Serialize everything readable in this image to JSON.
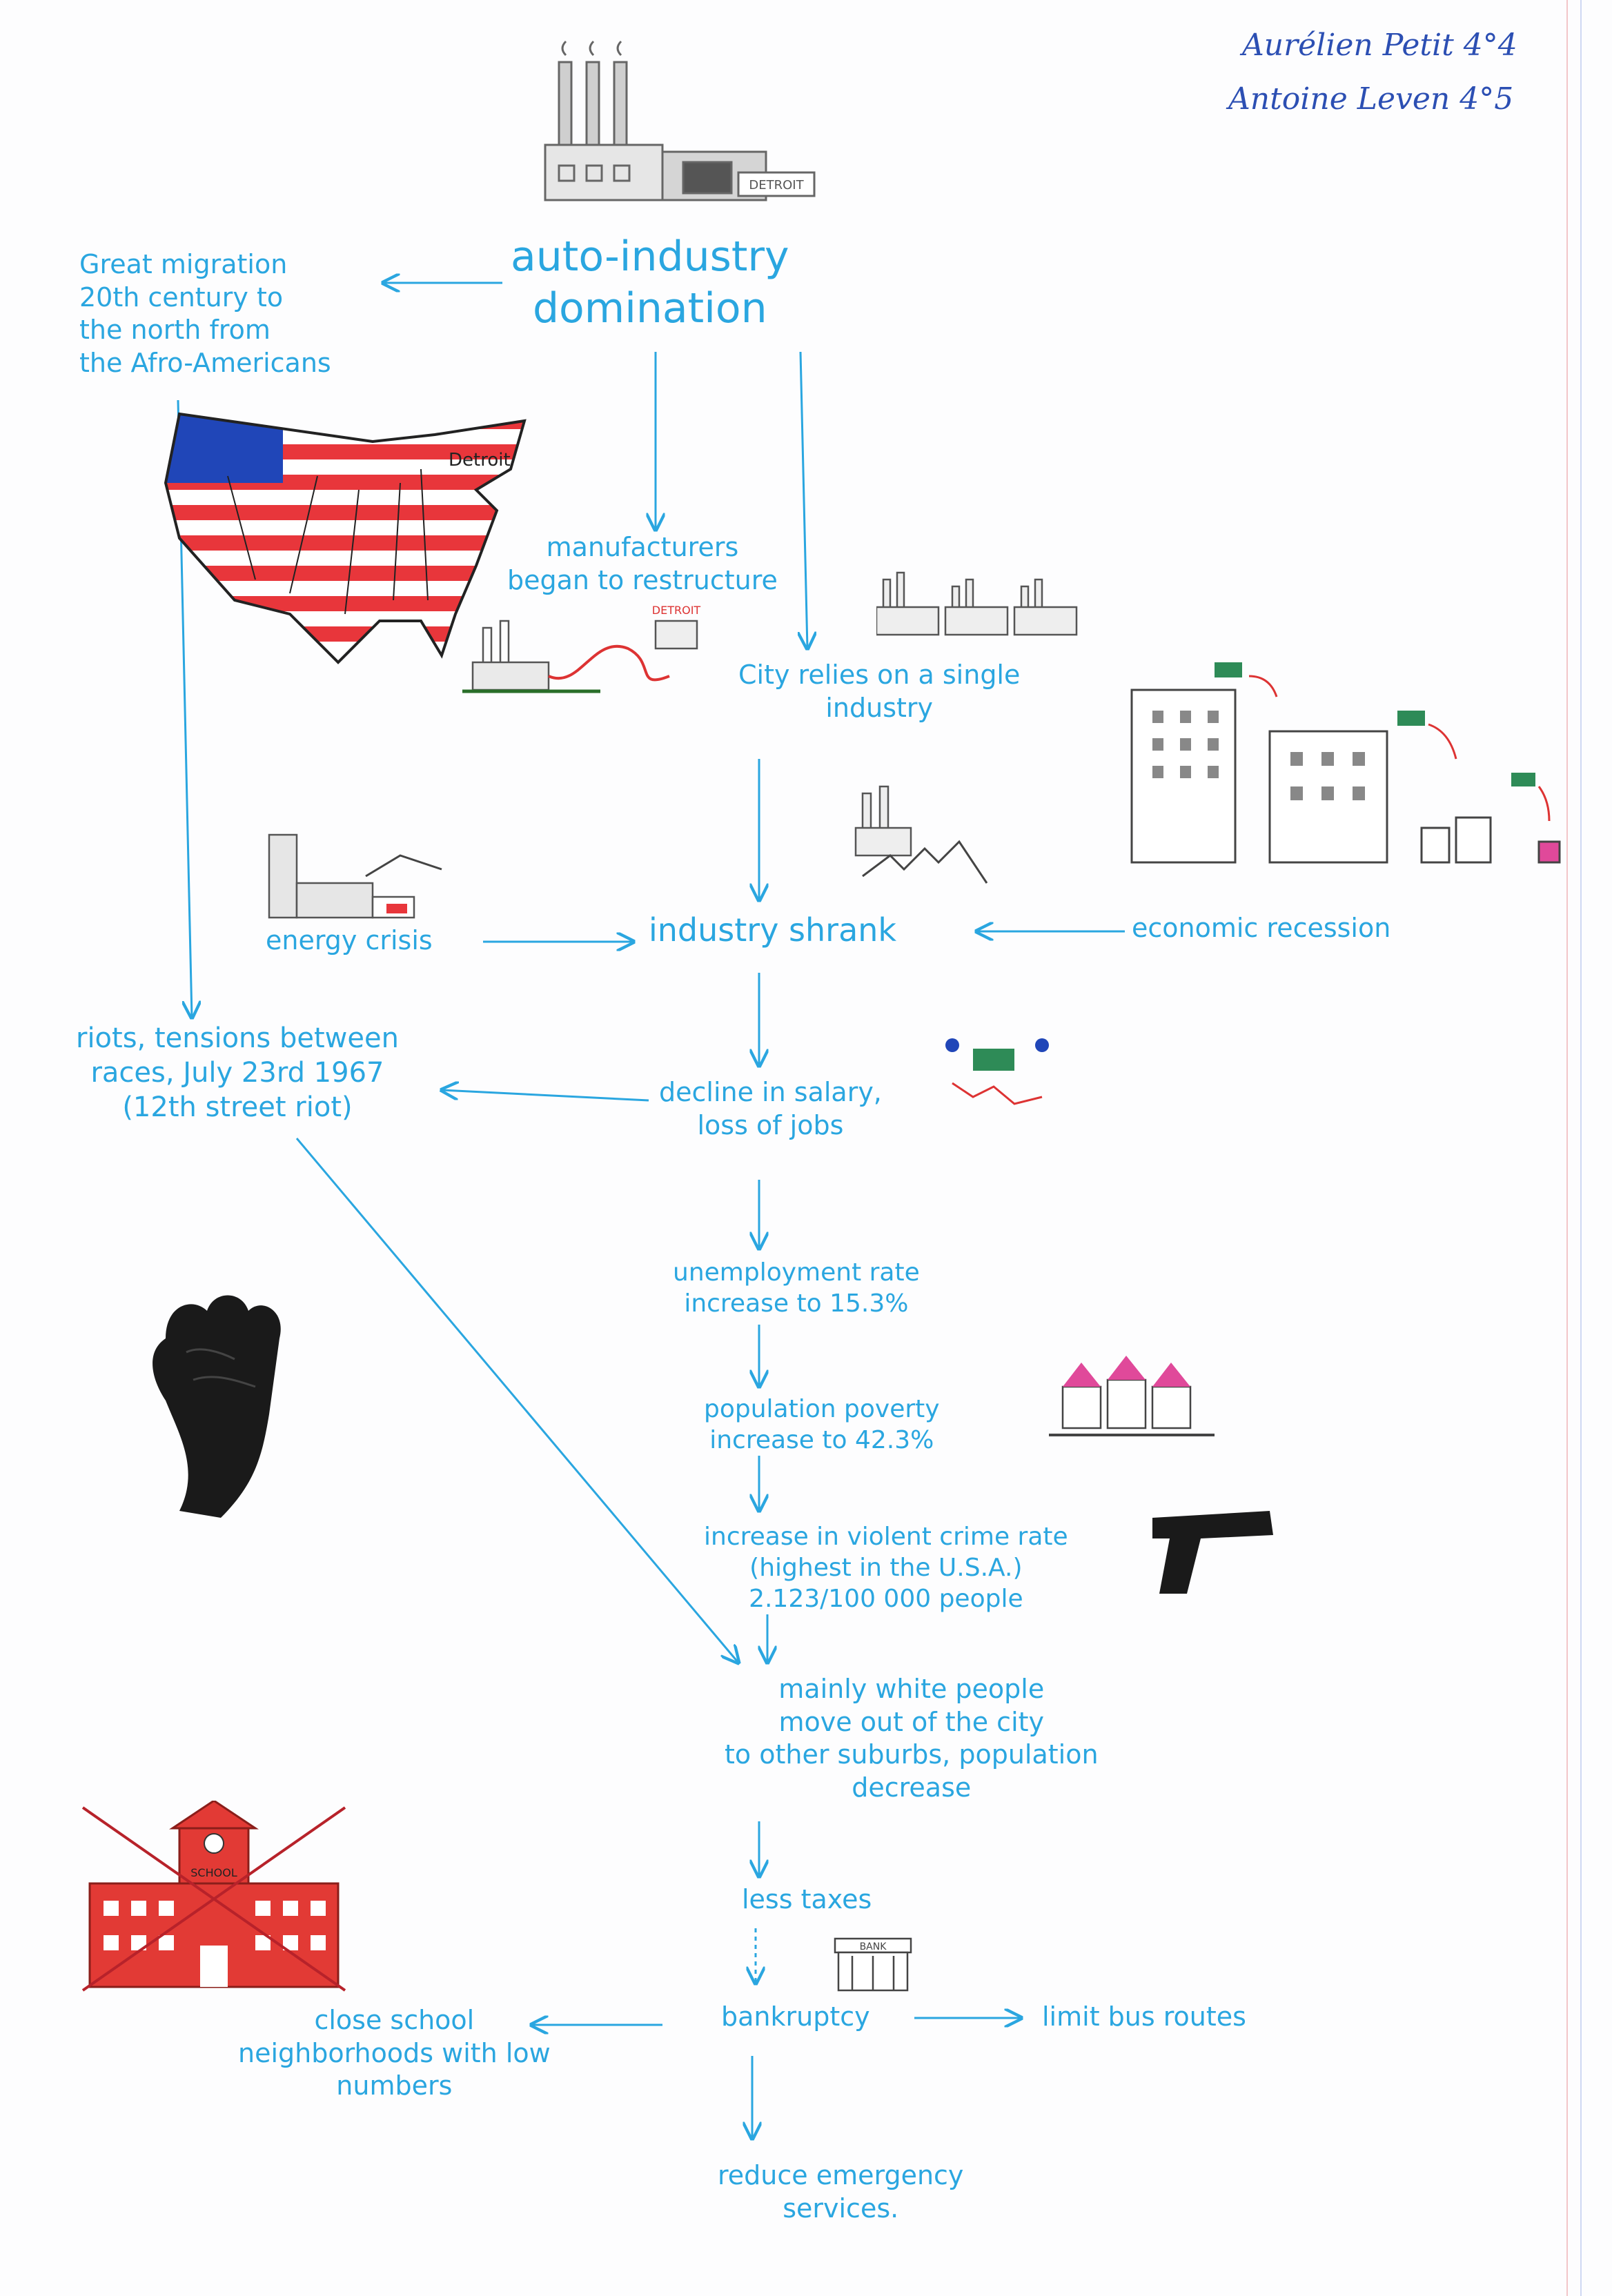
{
  "authors": [
    "Aurélien Petit 4°4",
    "Antoine Leven 4°5"
  ],
  "colors": {
    "ink": "#2aa6e0",
    "signature": "#2c4fb3",
    "flag_red": "#e8363b",
    "flag_blue": "#2046b8",
    "school_red": "#e23a35",
    "money_green": "#2e8b57",
    "black": "#1a1a1a",
    "pencil": "#7a7a7a"
  },
  "nodes": {
    "auto": [
      "auto-industry",
      "domination"
    ],
    "migration": [
      "Great migration",
      "20th century to",
      "the north from",
      "the Afro-Americans"
    ],
    "manufacturers": [
      "manufacturers",
      "began to restructure"
    ],
    "city_relies": [
      "City relies on a single",
      "industry"
    ],
    "energy": [
      "energy crisis"
    ],
    "shrank": [
      "industry shrank"
    ],
    "recession": [
      "economic recession"
    ],
    "riots": [
      "riots, tensions between",
      "races, July 23rd 1967",
      "(12th street riot)"
    ],
    "salary": [
      "decline in salary,",
      "loss of jobs"
    ],
    "unemployment": [
      "unemployment rate",
      "increase to 15.3%"
    ],
    "poverty": [
      "population poverty",
      "increase to 42.3%"
    ],
    "crime": [
      "increase in violent crime rate",
      "(highest in the U.S.A.)",
      "2.123/100 000 people"
    ],
    "white": [
      "mainly white people",
      "move out of the city",
      "to other suburbs, population",
      "decrease"
    ],
    "taxes": [
      "less taxes"
    ],
    "bankruptcy": [
      "bankruptcy"
    ],
    "bus": [
      "limit bus routes"
    ],
    "school": [
      "close school",
      "neighborhoods with low",
      "numbers"
    ],
    "emergency": [
      "reduce emergency",
      "services."
    ]
  },
  "drawing_labels": {
    "factory_sign": "DETROIT",
    "map_city": "Detroit",
    "map_factory_sign": "DETROIT",
    "school_sign": "SCHOOL",
    "bank_sign": "BANK"
  }
}
